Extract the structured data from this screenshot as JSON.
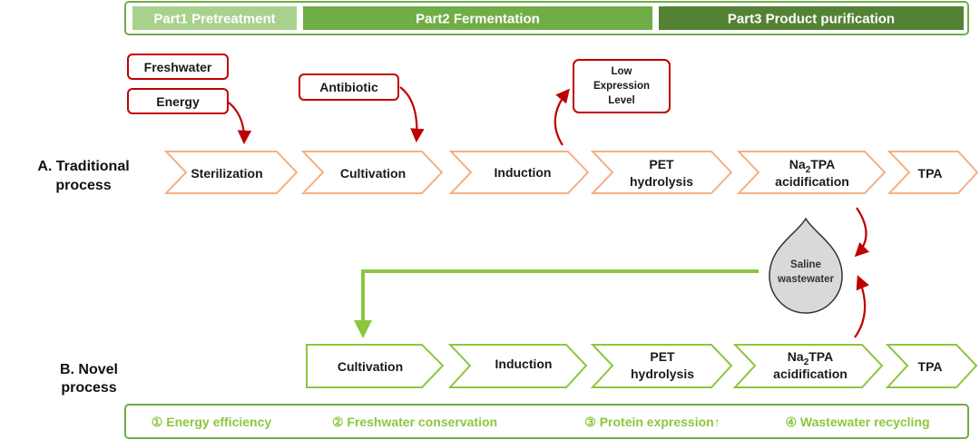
{
  "colors": {
    "traditional_outline": "#f4b183",
    "novel_outline": "#8cc63f",
    "input_outline": "#c00000",
    "arrow_red": "#c00000",
    "part1": "#a9d18e",
    "part2": "#70ad47",
    "part3": "#548235",
    "header_border": "#70ad47",
    "benefit_text": "#8cc63f",
    "drop_fill": "#d9d9d9"
  },
  "header": {
    "parts": [
      {
        "label": "Part1 Pretreatment"
      },
      {
        "label": "Part2 Fermentation"
      },
      {
        "label": "Part3 Product purification"
      }
    ]
  },
  "traditional": {
    "label_line1": "A. Traditional",
    "label_line2": "process",
    "steps": [
      {
        "line1": "Sterilization",
        "line2": ""
      },
      {
        "line1": "Cultivation",
        "line2": ""
      },
      {
        "line1": "Induction",
        "line2": ""
      },
      {
        "line1": "PET",
        "line2": "hydrolysis"
      },
      {
        "line1": "acidification",
        "line2": ""
      },
      {
        "line1": "TPA",
        "line2": ""
      }
    ],
    "na2tpa": {
      "na": "Na",
      "sub": "2",
      "tpa": "TPA"
    }
  },
  "inputs": {
    "freshwater": "Freshwater",
    "energy": "Energy",
    "antibiotic": "Antibiotic",
    "low_expression": [
      "Low",
      "Expression",
      "Level"
    ]
  },
  "wastewater": {
    "line1": "Saline",
    "line2": "wastewater"
  },
  "novel": {
    "label_line1": "B. Novel",
    "label_line2": "process",
    "steps": [
      {
        "line1": "Cultivation",
        "line2": ""
      },
      {
        "line1": "Induction",
        "line2": ""
      },
      {
        "line1": "PET",
        "line2": "hydrolysis"
      },
      {
        "line1": "acidification",
        "line2": ""
      },
      {
        "line1": "TPA",
        "line2": ""
      }
    ],
    "na2tpa": {
      "na": "Na",
      "sub": "2",
      "tpa": "TPA"
    }
  },
  "benefits": {
    "items": [
      {
        "label": "① Energy efficiency"
      },
      {
        "label": "② Freshwater conservation"
      },
      {
        "label": "③ Protein expression↑"
      },
      {
        "label": "④ Wastewater recycling"
      }
    ]
  }
}
